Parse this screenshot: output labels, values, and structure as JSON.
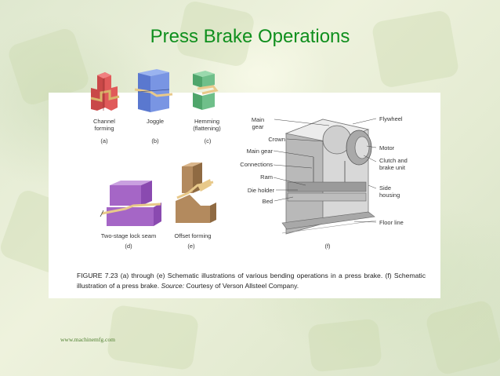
{
  "slide": {
    "title": "Press Brake Operations",
    "footer_url": "www.machinemfg.com"
  },
  "figure": {
    "operations": [
      {
        "name": "Channel\nforming",
        "letter": "(a)",
        "color": "#e05a5a"
      },
      {
        "name": "Joggle",
        "letter": "(b)",
        "color": "#6f8fe0"
      },
      {
        "name": "Hemming\n(flattening)",
        "letter": "(c)",
        "color": "#6fbf8a"
      },
      {
        "name": "Two-stage lock seam",
        "letter": "(d)",
        "color": "#a566c6"
      },
      {
        "name": "Offset forming",
        "letter": "(e)",
        "color": "#b38a5e"
      }
    ],
    "press_letter": "(f)",
    "press_labels_left": [
      "Main\ngear",
      "Crown",
      "Main gear",
      "Connections",
      "Ram",
      "Die holder",
      "Bed"
    ],
    "press_labels_right": [
      "Flywheel",
      "Motor",
      "Clutch and\nbrake unit",
      "Side\nhousing",
      "Floor line"
    ],
    "caption": {
      "prefix": "FIGURE 7.23 (a) through (e) Schematic illustrations of various bending operations in a press brake. (f) Schematic illustration of a press brake. ",
      "source_label": "Source:",
      "suffix": " Courtesy of Verson Allsteel Company."
    }
  },
  "colors": {
    "title": "#0f8f1d",
    "sheet_metal": "#e8c98a",
    "machine": "#c9c9c9"
  }
}
